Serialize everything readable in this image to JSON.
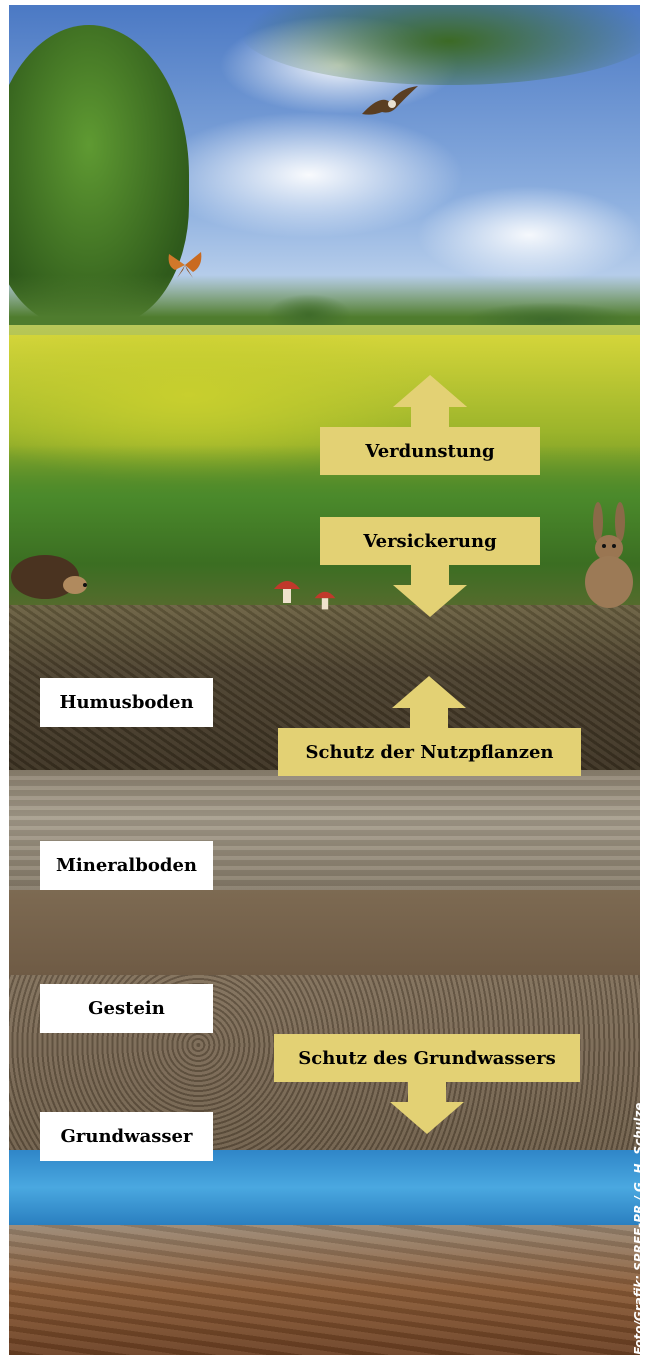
{
  "colors": {
    "arrow_fill": "#e3d174",
    "label_fill": "#ffffff",
    "groundwater_blue": "#3a9ad6"
  },
  "processes": {
    "verdunstung": "Verdunstung",
    "versickerung": "Versickerung",
    "schutz_nutzpflanzen": "Schutz der Nutzpflanzen",
    "schutz_grundwasser": "Schutz des Grundwassers"
  },
  "layers": {
    "humusboden": "Humusboden",
    "mineralboden": "Mineralboden",
    "gestein": "Gestein",
    "grundwasser": "Grundwasser"
  },
  "credit": "Foto/Grafik: SPREE-PR / G. H. Schulze",
  "scene_icons": [
    "eagle-icon",
    "butterfly-icon",
    "hedgehog-icon",
    "mushroom-icon",
    "hare-icon"
  ]
}
